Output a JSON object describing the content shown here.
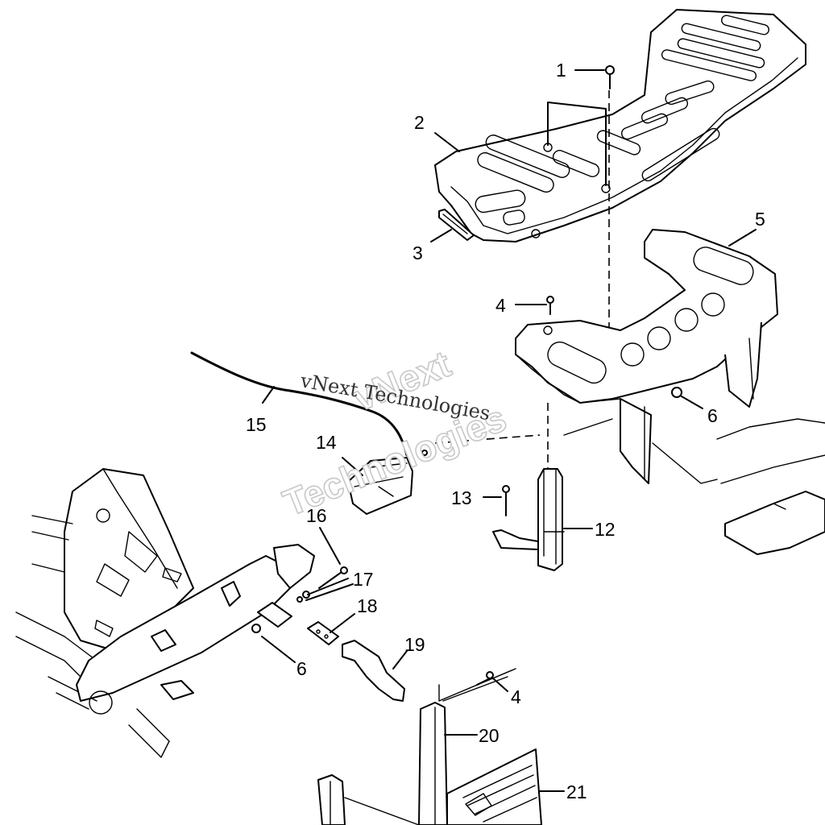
{
  "callouts": {
    "c1": "1",
    "c2": "2",
    "c3": "3",
    "c4a": "4",
    "c5": "5",
    "c6a": "6",
    "c12": "12",
    "c13": "13",
    "c14": "14",
    "c15": "15",
    "c16": "16",
    "c17": "17",
    "c18": "18",
    "c19": "19",
    "c6b": "6",
    "c4b": "4",
    "c20": "20",
    "c21": "21"
  },
  "watermark": {
    "line1": "vNext Technologies",
    "line2a": "vNext",
    "line2b": "Technologies"
  }
}
